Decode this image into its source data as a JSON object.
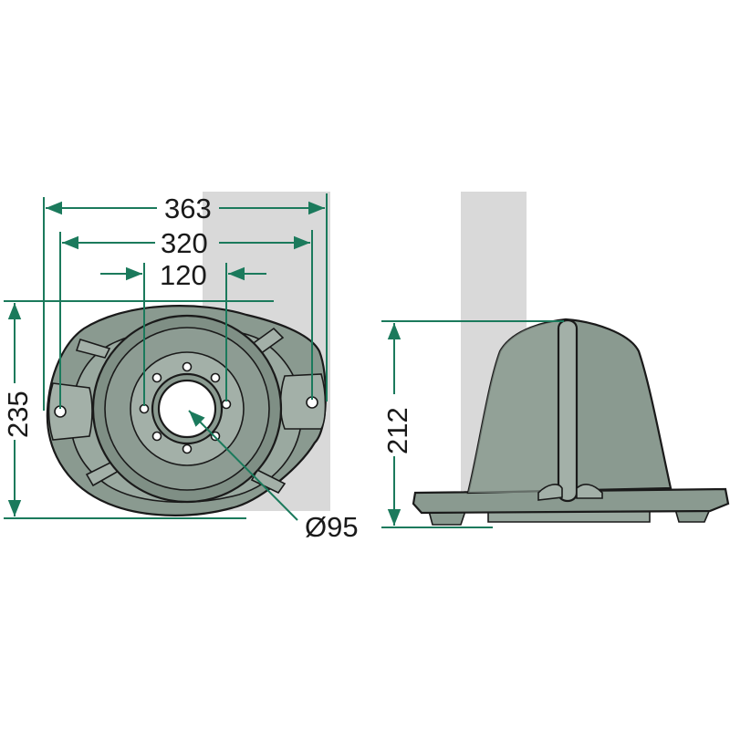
{
  "labels": {
    "width_outer": "363",
    "width_holes": "320",
    "width_inner": "120",
    "height_top": "235",
    "height_side": "212",
    "diameter": "Ø95"
  },
  "colors": {
    "body": "#8a9a90",
    "body_light": "#a3b0a8",
    "body_dark": "#6f7f75",
    "dimension": "#1b7a5c",
    "outline": "#1a1a1a",
    "watermark": "#d4d4d4"
  }
}
